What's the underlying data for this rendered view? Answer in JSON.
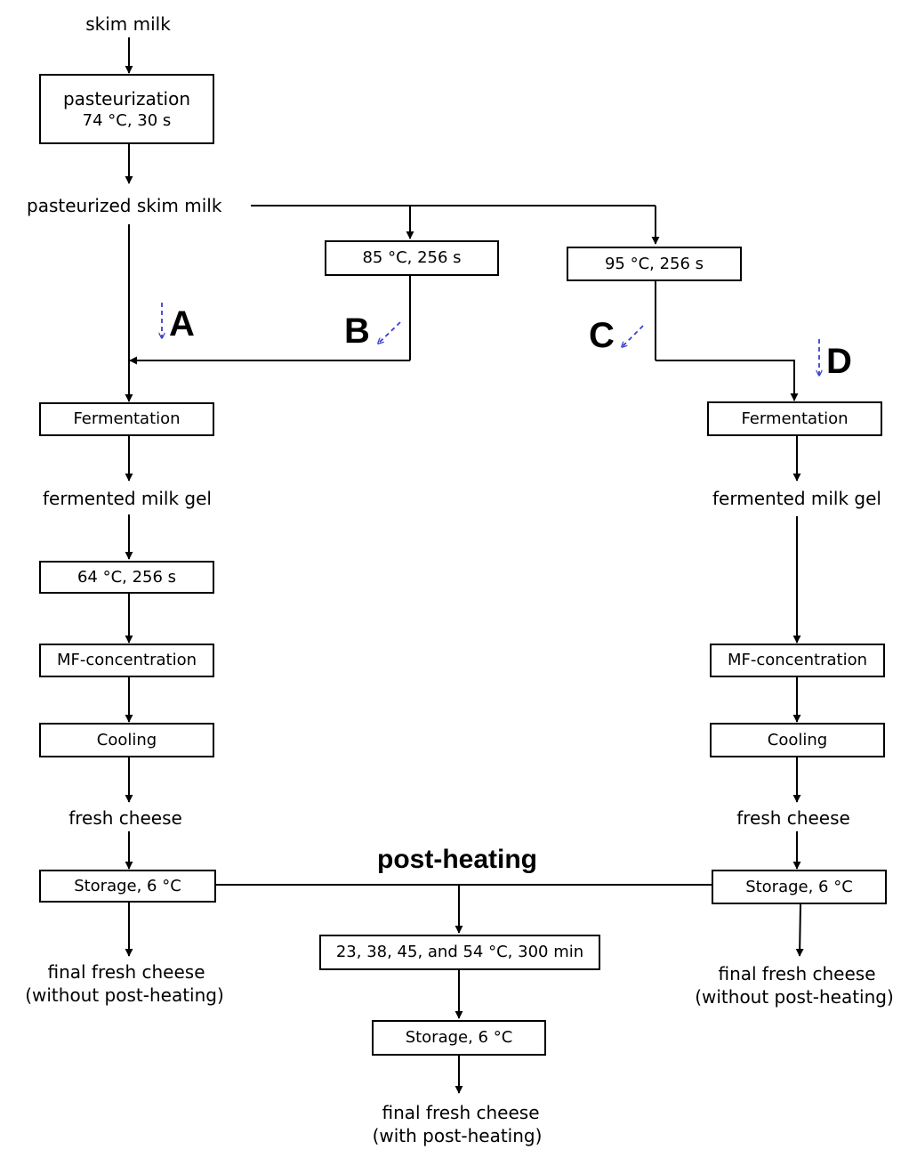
{
  "labels": {
    "skim_milk": "skim milk",
    "pasteurized_skim_milk": "pasteurized skim milk",
    "fermented_gel_left": "fermented milk gel",
    "fermented_gel_right": "fermented milk gel",
    "fresh_cheese_left": "fresh cheese",
    "fresh_cheese_right": "fresh cheese",
    "final_left_1": "final fresh cheese",
    "final_left_2": "(without post-heating)",
    "final_right_1": "final fresh cheese",
    "final_right_2": "(without post-heating)",
    "final_center_1": "final fresh cheese",
    "final_center_2": "(with post-heating)",
    "post_heating": "post-heating"
  },
  "boxes": {
    "pasteurization_1": "pasteurization",
    "pasteurization_2": "74 °C, 30 s",
    "heat_85": "85 °C, 256 s",
    "heat_95": "95 °C, 256 s",
    "fermentation_left": "Fermentation",
    "fermentation_right": "Fermentation",
    "heat_64": "64 °C, 256 s",
    "mf_left": "MF-concentration",
    "mf_right": "MF-concentration",
    "cooling_left": "Cooling",
    "cooling_right": "Cooling",
    "storage_left": "Storage, 6 °C",
    "storage_right": "Storage, 6 °C",
    "post_heating_temps": "23, 38, 45, and 54 °C, 300 min",
    "storage_center": "Storage, 6 °C"
  },
  "markers": {
    "a": "A",
    "b": "B",
    "c": "C",
    "d": "D"
  },
  "colors": {
    "line": "#000000",
    "marker_arrow": "#3a3fd0"
  }
}
